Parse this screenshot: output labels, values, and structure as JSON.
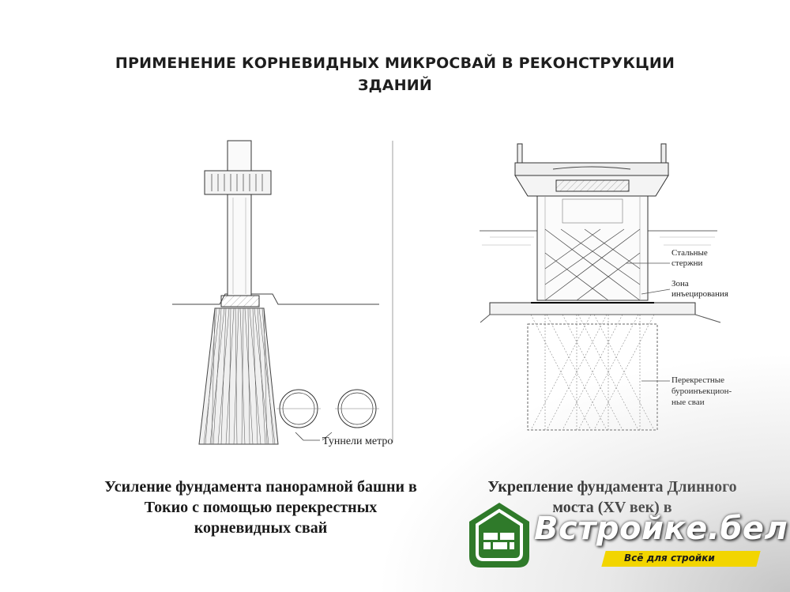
{
  "title": {
    "line1": "ПРИМЕНЕНИЕ КОРНЕВИДНЫХ МИКРОСВАЙ В РЕКОНСТРУКЦИИ",
    "line2": "ЗДАНИЙ"
  },
  "left_figure": {
    "tunnel_label": "Туннели метро"
  },
  "right_figure": {
    "label_steel_line1": "Стальные",
    "label_steel_line2": "стержни",
    "label_zone_line1": "Зона",
    "label_zone_line2": "инъецирования",
    "label_piles_line1": "Перекрестные",
    "label_piles_line2": "буроинъекцион-",
    "label_piles_line3": "ные сваи"
  },
  "captions": {
    "left_line1": "Усиление фундамента панорамной башни в",
    "left_line2": "Токио с помощью перекрестных",
    "left_line3": "корневидных свай",
    "right_line1": "Укрепление фундамента Длинного",
    "right_line2": "моста (XV век) в"
  },
  "logo": {
    "brand": "Встройке.бел",
    "slogan": "Всё для стройки",
    "brand_green": "#2f7a2a",
    "accent_yellow": "#f2d500"
  }
}
